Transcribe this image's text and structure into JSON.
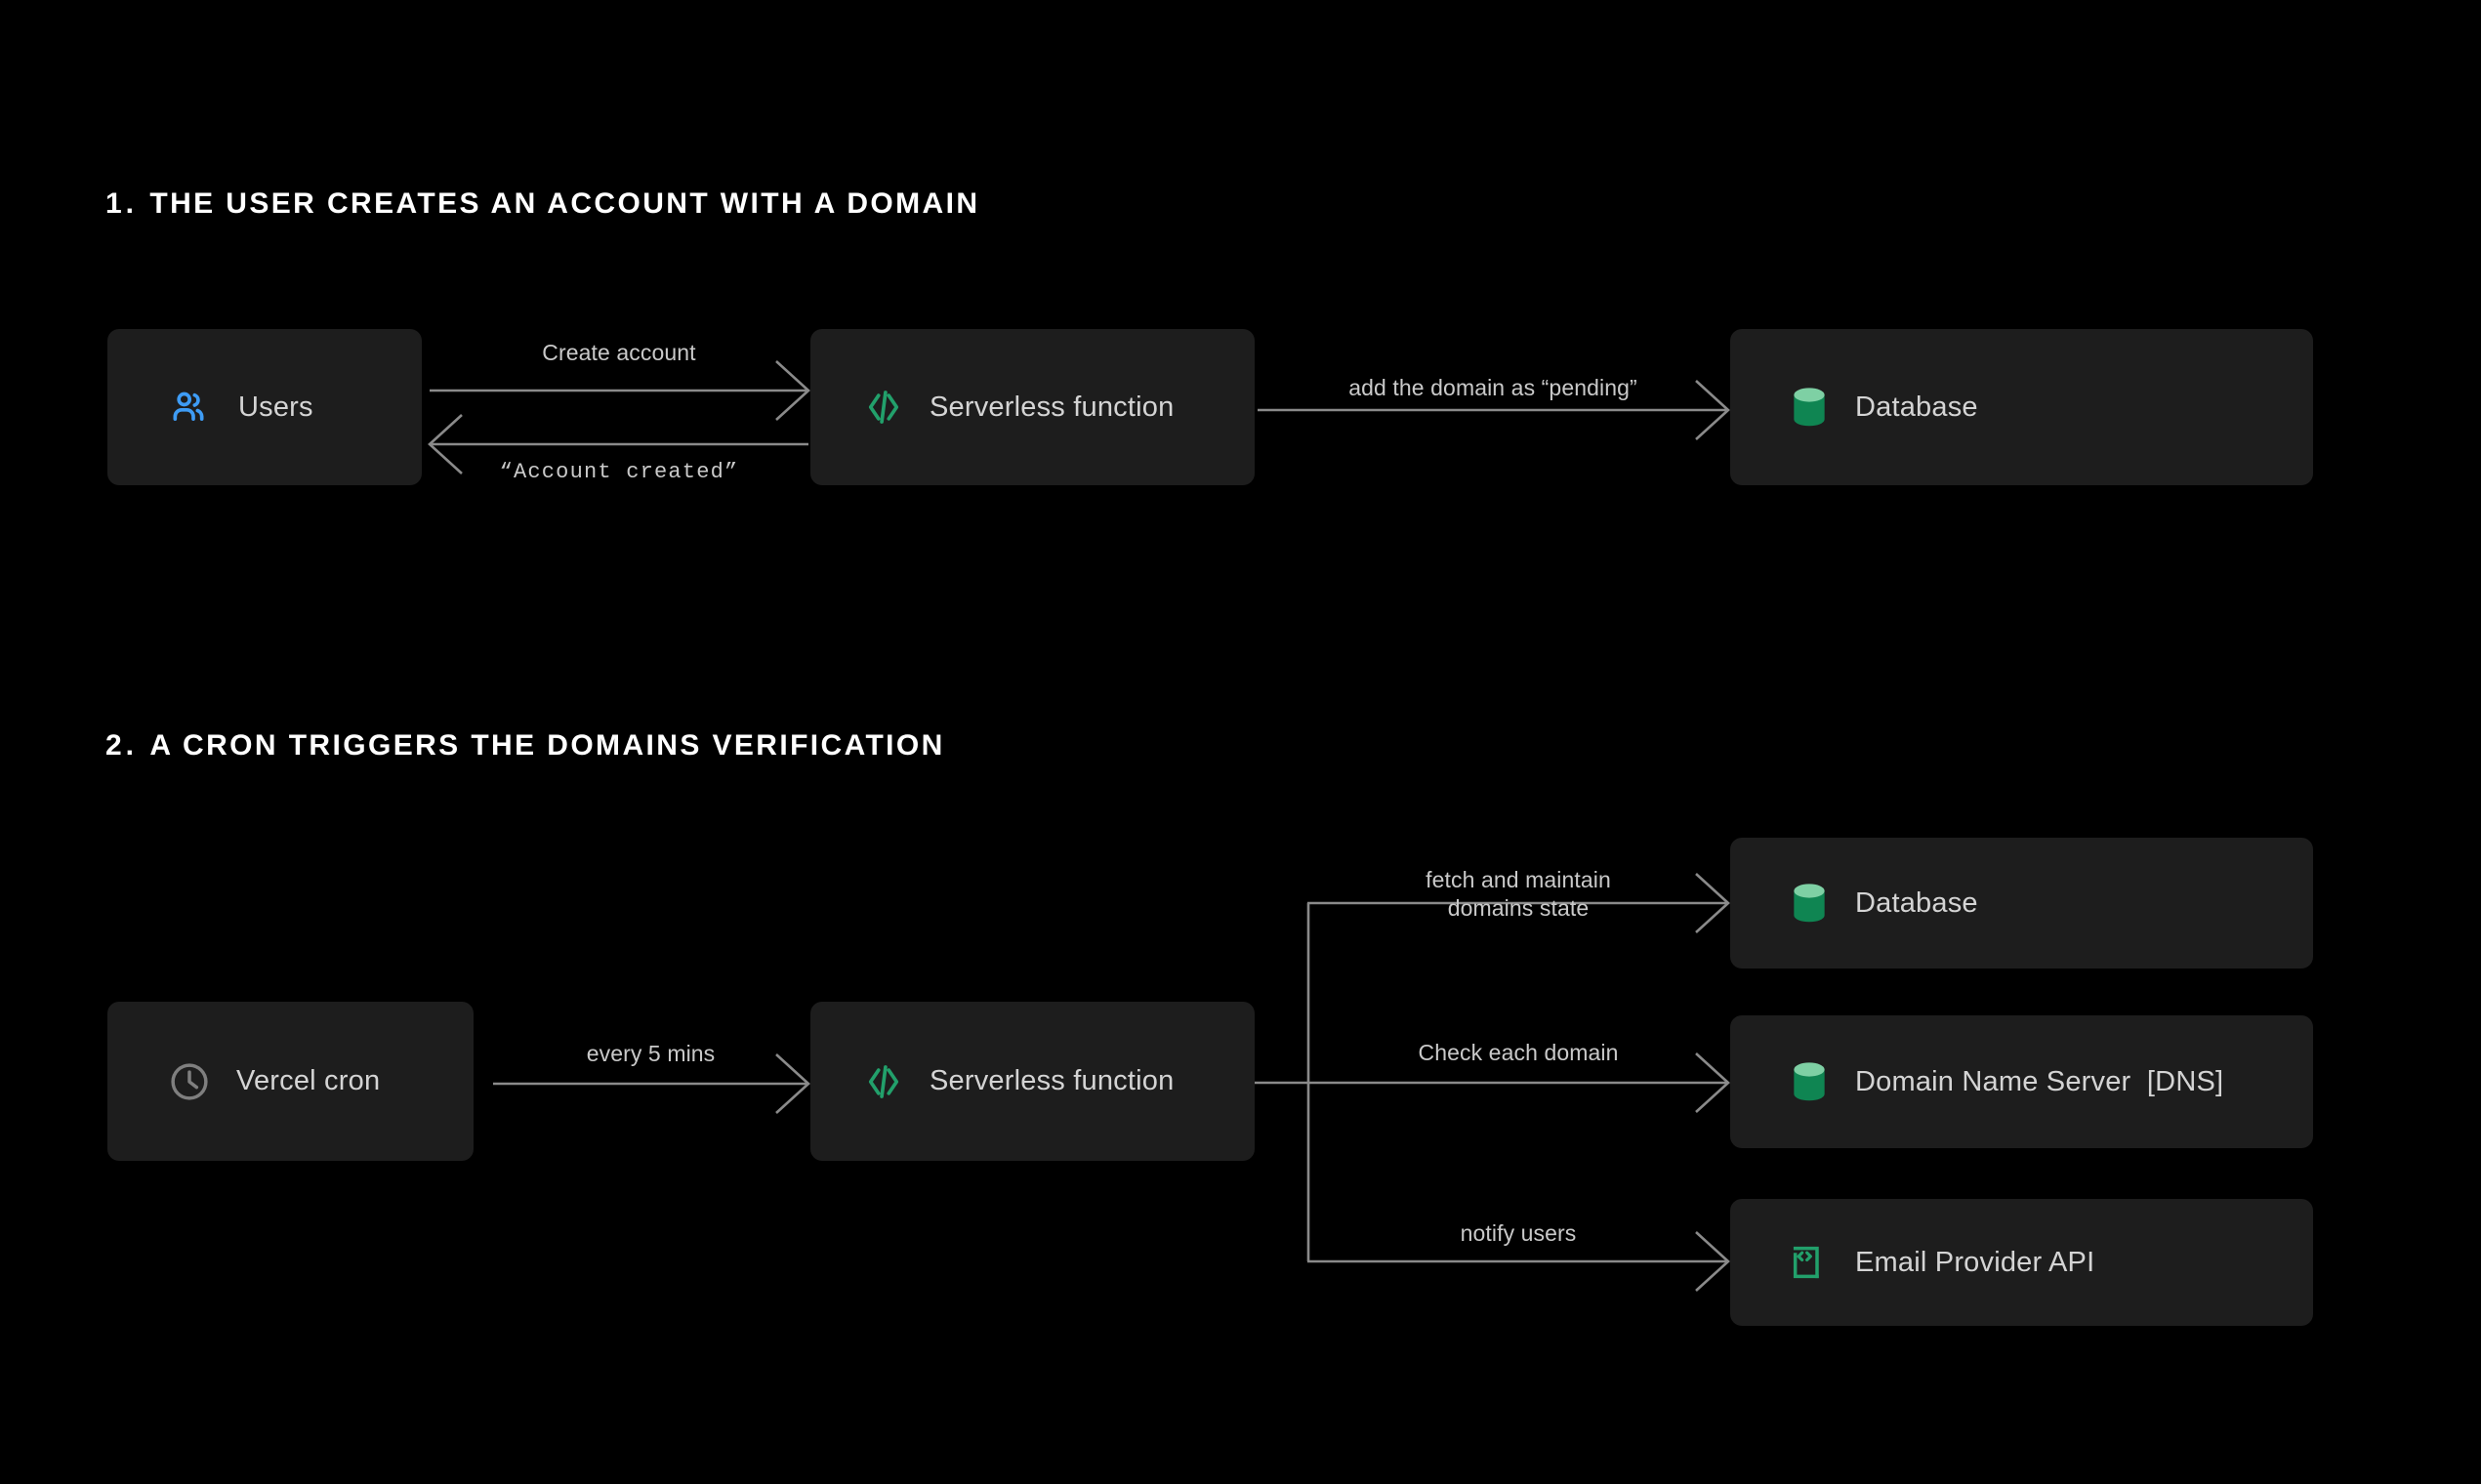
{
  "page": {
    "background": "#000000",
    "box_background": "#1d1d1d",
    "wire_color": "#8a8a8a",
    "label_color": "#c9c9c9",
    "node_label_color": "#d4d4d4",
    "accent_green": "#22a06b",
    "accent_green_light": "#7ed0a4",
    "accent_blue": "#3e9cf5",
    "accent_grey": "#7f7f7f"
  },
  "sections": [
    {
      "index": "1.",
      "title": "THE USER CREATES AN ACCOUNT WITH A DOMAIN",
      "nodes": [
        {
          "id": "users",
          "label": "Users",
          "icon": "users-icon"
        },
        {
          "id": "serverless-1",
          "label": "Serverless function",
          "icon": "code-icon"
        },
        {
          "id": "database-1",
          "label": "Database",
          "icon": "database-icon"
        }
      ],
      "edges": [
        {
          "id": "create-account",
          "label": "Create account",
          "style": "sans"
        },
        {
          "id": "account-created",
          "label": "“Account created”",
          "style": "mono"
        },
        {
          "id": "add-domain-pending",
          "label": "add the domain as “pending”",
          "style": "sans"
        }
      ]
    },
    {
      "index": "2.",
      "title": "A CRON TRIGGERS THE DOMAINS VERIFICATION",
      "nodes": [
        {
          "id": "vercel-cron",
          "label": "Vercel cron",
          "icon": "clock-icon"
        },
        {
          "id": "serverless-2",
          "label": "Serverless function",
          "icon": "code-icon"
        },
        {
          "id": "database-2",
          "label": "Database",
          "icon": "database-icon"
        },
        {
          "id": "dns",
          "label": "Domain Name Server  [DNS]",
          "icon": "database-icon"
        },
        {
          "id": "email-api",
          "label": "Email Provider API",
          "icon": "api-icon"
        }
      ],
      "edges": [
        {
          "id": "every-5-mins",
          "label": "every 5 mins",
          "style": "sans"
        },
        {
          "id": "fetch-maintain",
          "label_line1": "fetch and maintain",
          "label_line2": "domains state",
          "style": "sans"
        },
        {
          "id": "check-each-domain",
          "label": "Check each domain",
          "style": "sans"
        },
        {
          "id": "notify-users",
          "label": "notify users",
          "style": "sans"
        }
      ]
    }
  ]
}
